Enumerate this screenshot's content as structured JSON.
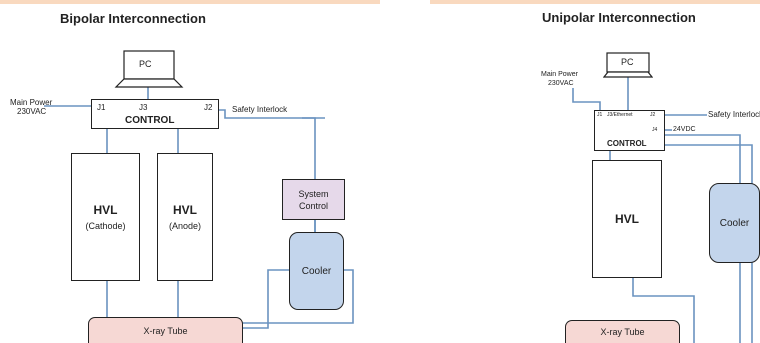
{
  "colors": {
    "wire": "#6a93c0",
    "box_border": "#222222",
    "tube_fill": "#f6d8d4",
    "system_control_fill": "#e6d9ea",
    "cooler_fill": "#c3d5ec",
    "header_band": "#f9d9bf"
  },
  "bipolar": {
    "title": "Bipolar Interconnection",
    "pc_label": "PC",
    "main_power": [
      "Main Power",
      "230VAC"
    ],
    "control": {
      "label": "CONTROL",
      "j1": "J1",
      "j3": "J3",
      "j2": "J2"
    },
    "safety_interlock": "Safety Interlock",
    "hvl_cathode": {
      "label": "HVL",
      "sub": "(Cathode)"
    },
    "hvl_anode": {
      "label": "HVL",
      "sub": "(Anode)"
    },
    "system_control": [
      "System",
      "Control"
    ],
    "cooler": "Cooler",
    "xray_tube": "X-ray Tube"
  },
  "unipolar": {
    "title": "Unipolar Interconnection",
    "pc_label": "PC",
    "main_power": [
      "Main Power",
      "230VAC"
    ],
    "control": {
      "label": "CONTROL",
      "j1": "J1",
      "j3": "J3/Ethernet",
      "j2": "J2",
      "j4": "J4"
    },
    "safety_interlock": "Safety Interlock",
    "vdc": "24VDC",
    "hvl": "HVL",
    "cooler": "Cooler",
    "xray_tube": "X-ray Tube"
  }
}
